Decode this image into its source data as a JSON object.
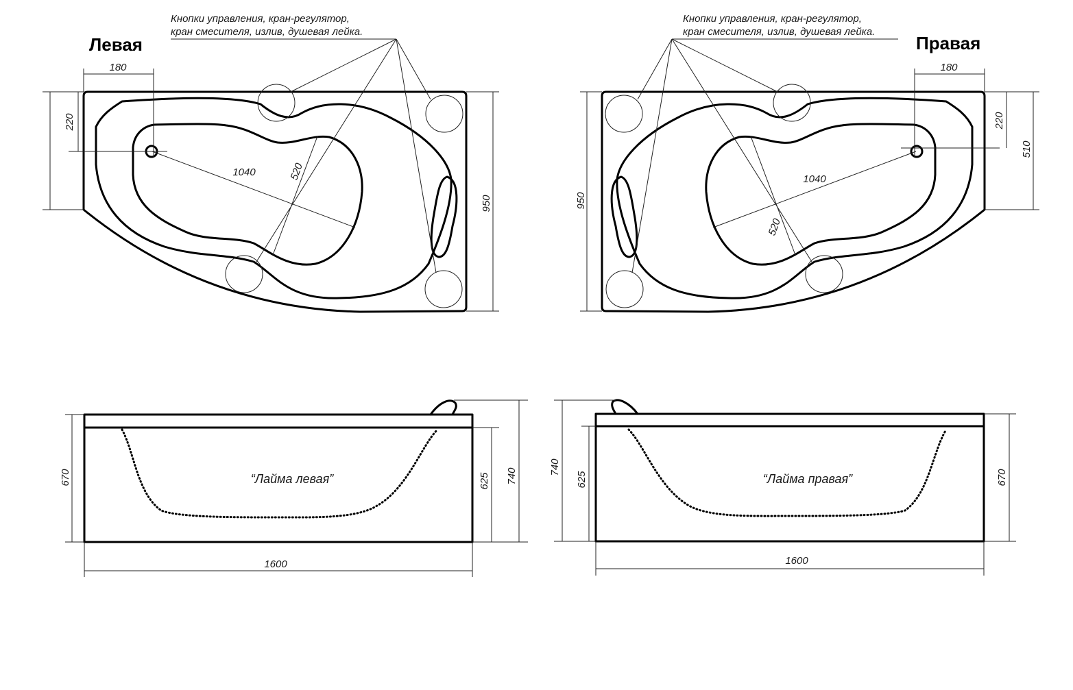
{
  "labels": {
    "left_title": "Левая",
    "right_title": "Правая",
    "callout_line1": "Кнопки управления, кран-регулятор,",
    "callout_line2": "кран смесителя, излив, душевая лейка.",
    "left_model": "“Лайма левая”",
    "right_model": "“Лайма правая”"
  },
  "dimensions": {
    "drain_offset": "180",
    "drain_depth": "220",
    "side_depth": "510",
    "total_depth": "950",
    "bowl_length": "1040",
    "bowl_width": "520",
    "length": "1600",
    "panel_height": "670",
    "inner_height": "625",
    "overall_height": "740"
  }
}
